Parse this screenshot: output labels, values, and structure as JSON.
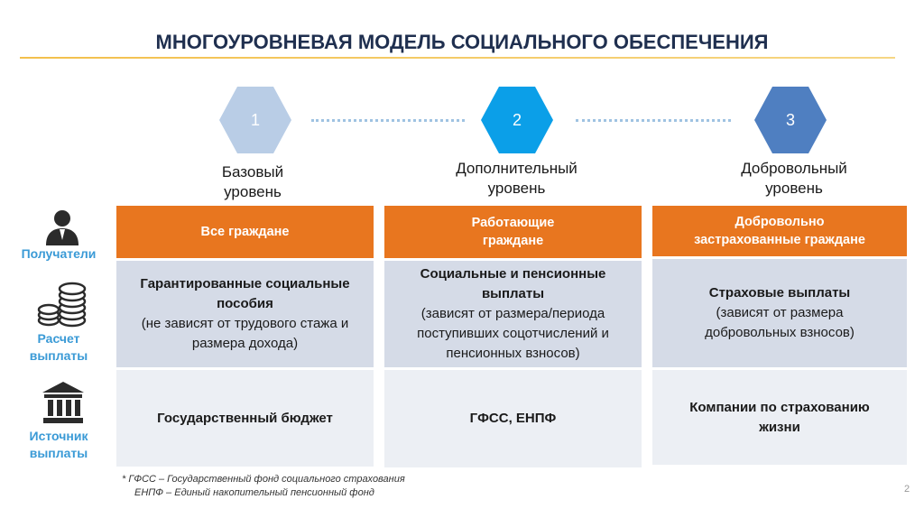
{
  "title": "МНОГОУРОВНЕВАЯ МОДЕЛЬ СОЦИАЛЬНОГО ОБЕСПЕЧЕНИЯ",
  "levels": [
    {
      "number": "1",
      "name": [
        "Базовый",
        "уровень"
      ],
      "color": "#b9cde6"
    },
    {
      "number": "2",
      "name": [
        "Дополнительный",
        "уровень"
      ],
      "color": "#0b9fe8"
    },
    {
      "number": "3",
      "name": [
        "Добровольный",
        "уровень"
      ],
      "color": "#4f7fc1"
    }
  ],
  "rows": {
    "recipients": {
      "label": "Получатели",
      "icon": "person-icon"
    },
    "payment": {
      "label": [
        "Расчет",
        "выплаты"
      ],
      "icon": "coins-icon"
    },
    "source": {
      "label": [
        "Источник",
        "выплаты"
      ],
      "icon": "bank-building-icon"
    }
  },
  "columns": [
    {
      "recipients": [
        "Все граждане"
      ],
      "payment_bold": [
        "Гарантированные социальные",
        "пособия"
      ],
      "payment_note": [
        "(не зависят от трудового стажа и",
        "размера дохода)"
      ],
      "source": [
        "Государственный бюджет"
      ]
    },
    {
      "recipients": [
        "Работающие",
        "граждане"
      ],
      "payment_bold": [
        "Социальные и пенсионные",
        "выплаты"
      ],
      "payment_note": [
        "(зависят от размера/периода",
        "поступивших соцотчислений и",
        "пенсионных взносов)"
      ],
      "source": [
        "ГФСС, ЕНПФ"
      ]
    },
    {
      "recipients": [
        "Добровольно",
        "застрахованные граждане"
      ],
      "payment_bold": [
        "Страховые выплаты"
      ],
      "payment_note": [
        "(зависят от размера",
        "добровольных взносов)"
      ],
      "source": [
        "Компании по страхованию",
        "жизни"
      ]
    }
  ],
  "footnote": [
    "*  ГФСС – Государственный фонд социального страхования",
    "ЕНПФ – Единый накопительный пенсионный фонд"
  ],
  "page_number": "2",
  "colors": {
    "header": "#e8761f",
    "title": "#1f2f4f",
    "row_label": "#3a9ad6",
    "payment_bg": "#d5dbe7",
    "source_bg": "#eceff4"
  }
}
